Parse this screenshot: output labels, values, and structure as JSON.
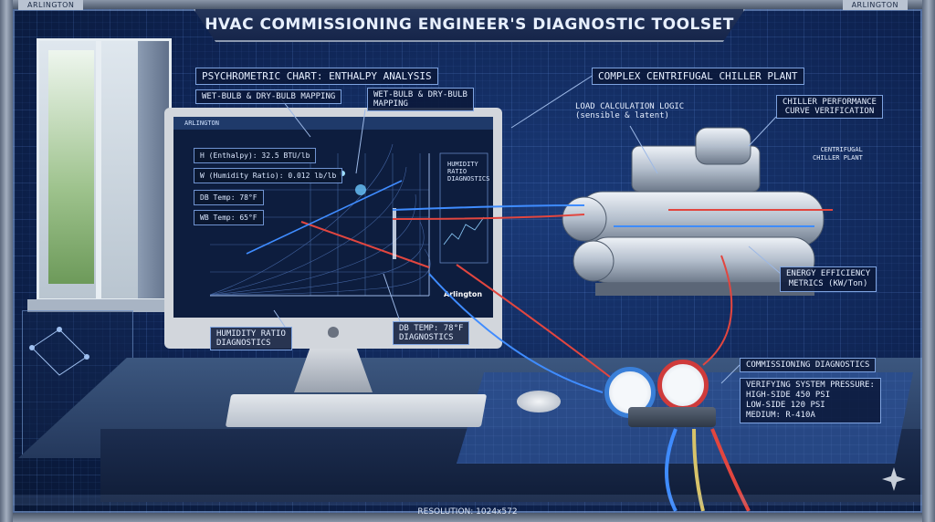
{
  "frame": {
    "corner_left": "ARLINGTON",
    "corner_right": "ARLINGTON",
    "title": "HVAC COMMISSIONING ENGINEER'S DIAGNOSTIC TOOLSET",
    "resolution": "RESOLUTION: 1024x572"
  },
  "callouts": {
    "psychrometric": "PSYCHROMETRIC CHART: ENTHALPY ANALYSIS",
    "wetbulb_1": "WET-BULB & DRY-BULB MAPPING",
    "wetbulb_2_line1": "WET-BULB & DRY-BULB",
    "wetbulb_2_line2": "MAPPING",
    "humidity_ratio_line1": "HUMIDITY RATIO",
    "humidity_ratio_line2": "DIAGNOSTICS",
    "db_temp_line1": "DB TEMP: 78°F",
    "db_temp_line2": "DIAGNOSTICS",
    "chiller_plant": "COMPLEX CENTRIFUGAL CHILLER PLANT",
    "load_calc_line1": "LOAD CALCULATION LOGIC",
    "load_calc_line2": "(sensible & latent)",
    "chiller_perf_line1": "CHILLER PERFORMANCE",
    "chiller_perf_line2": "CURVE VERIFICATION",
    "centrifugal_line1": "CENTRIFUGAL",
    "centrifugal_line2": "CHILLER PLANT",
    "energy_line1": "ENERGY EFFICIENCY",
    "energy_line2": "METRICS (KW/Ton)",
    "commissioning": "COMMISSIONING DIAGNOSTICS",
    "pressure_line1": "VERIFYING SYSTEM PRESSURE:",
    "pressure_line2": "HIGH-SIDE 450 PSI",
    "pressure_line3": "LOW-SIDE 120 PSI",
    "pressure_line4": "MEDIUM: R-410A"
  },
  "screen": {
    "topbar": "ARLINGTON",
    "enthalpy": "H (Enthalpy): 32.5 BTU/lb",
    "humidity": "W (Humidity Ratio): 0.012 lb/lb",
    "db_temp": "DB Temp: 78°F",
    "wb_temp": "WB Temp: 65°F",
    "humidity_diag_line1": "HUMIDITY RATIO",
    "humidity_diag_line2": "DIAGNOSTICS",
    "brand": "Arlington"
  },
  "colors": {
    "accent_red": "#e2463f",
    "accent_blue": "#3f8cff",
    "callout_border": "#7ea3e0"
  }
}
